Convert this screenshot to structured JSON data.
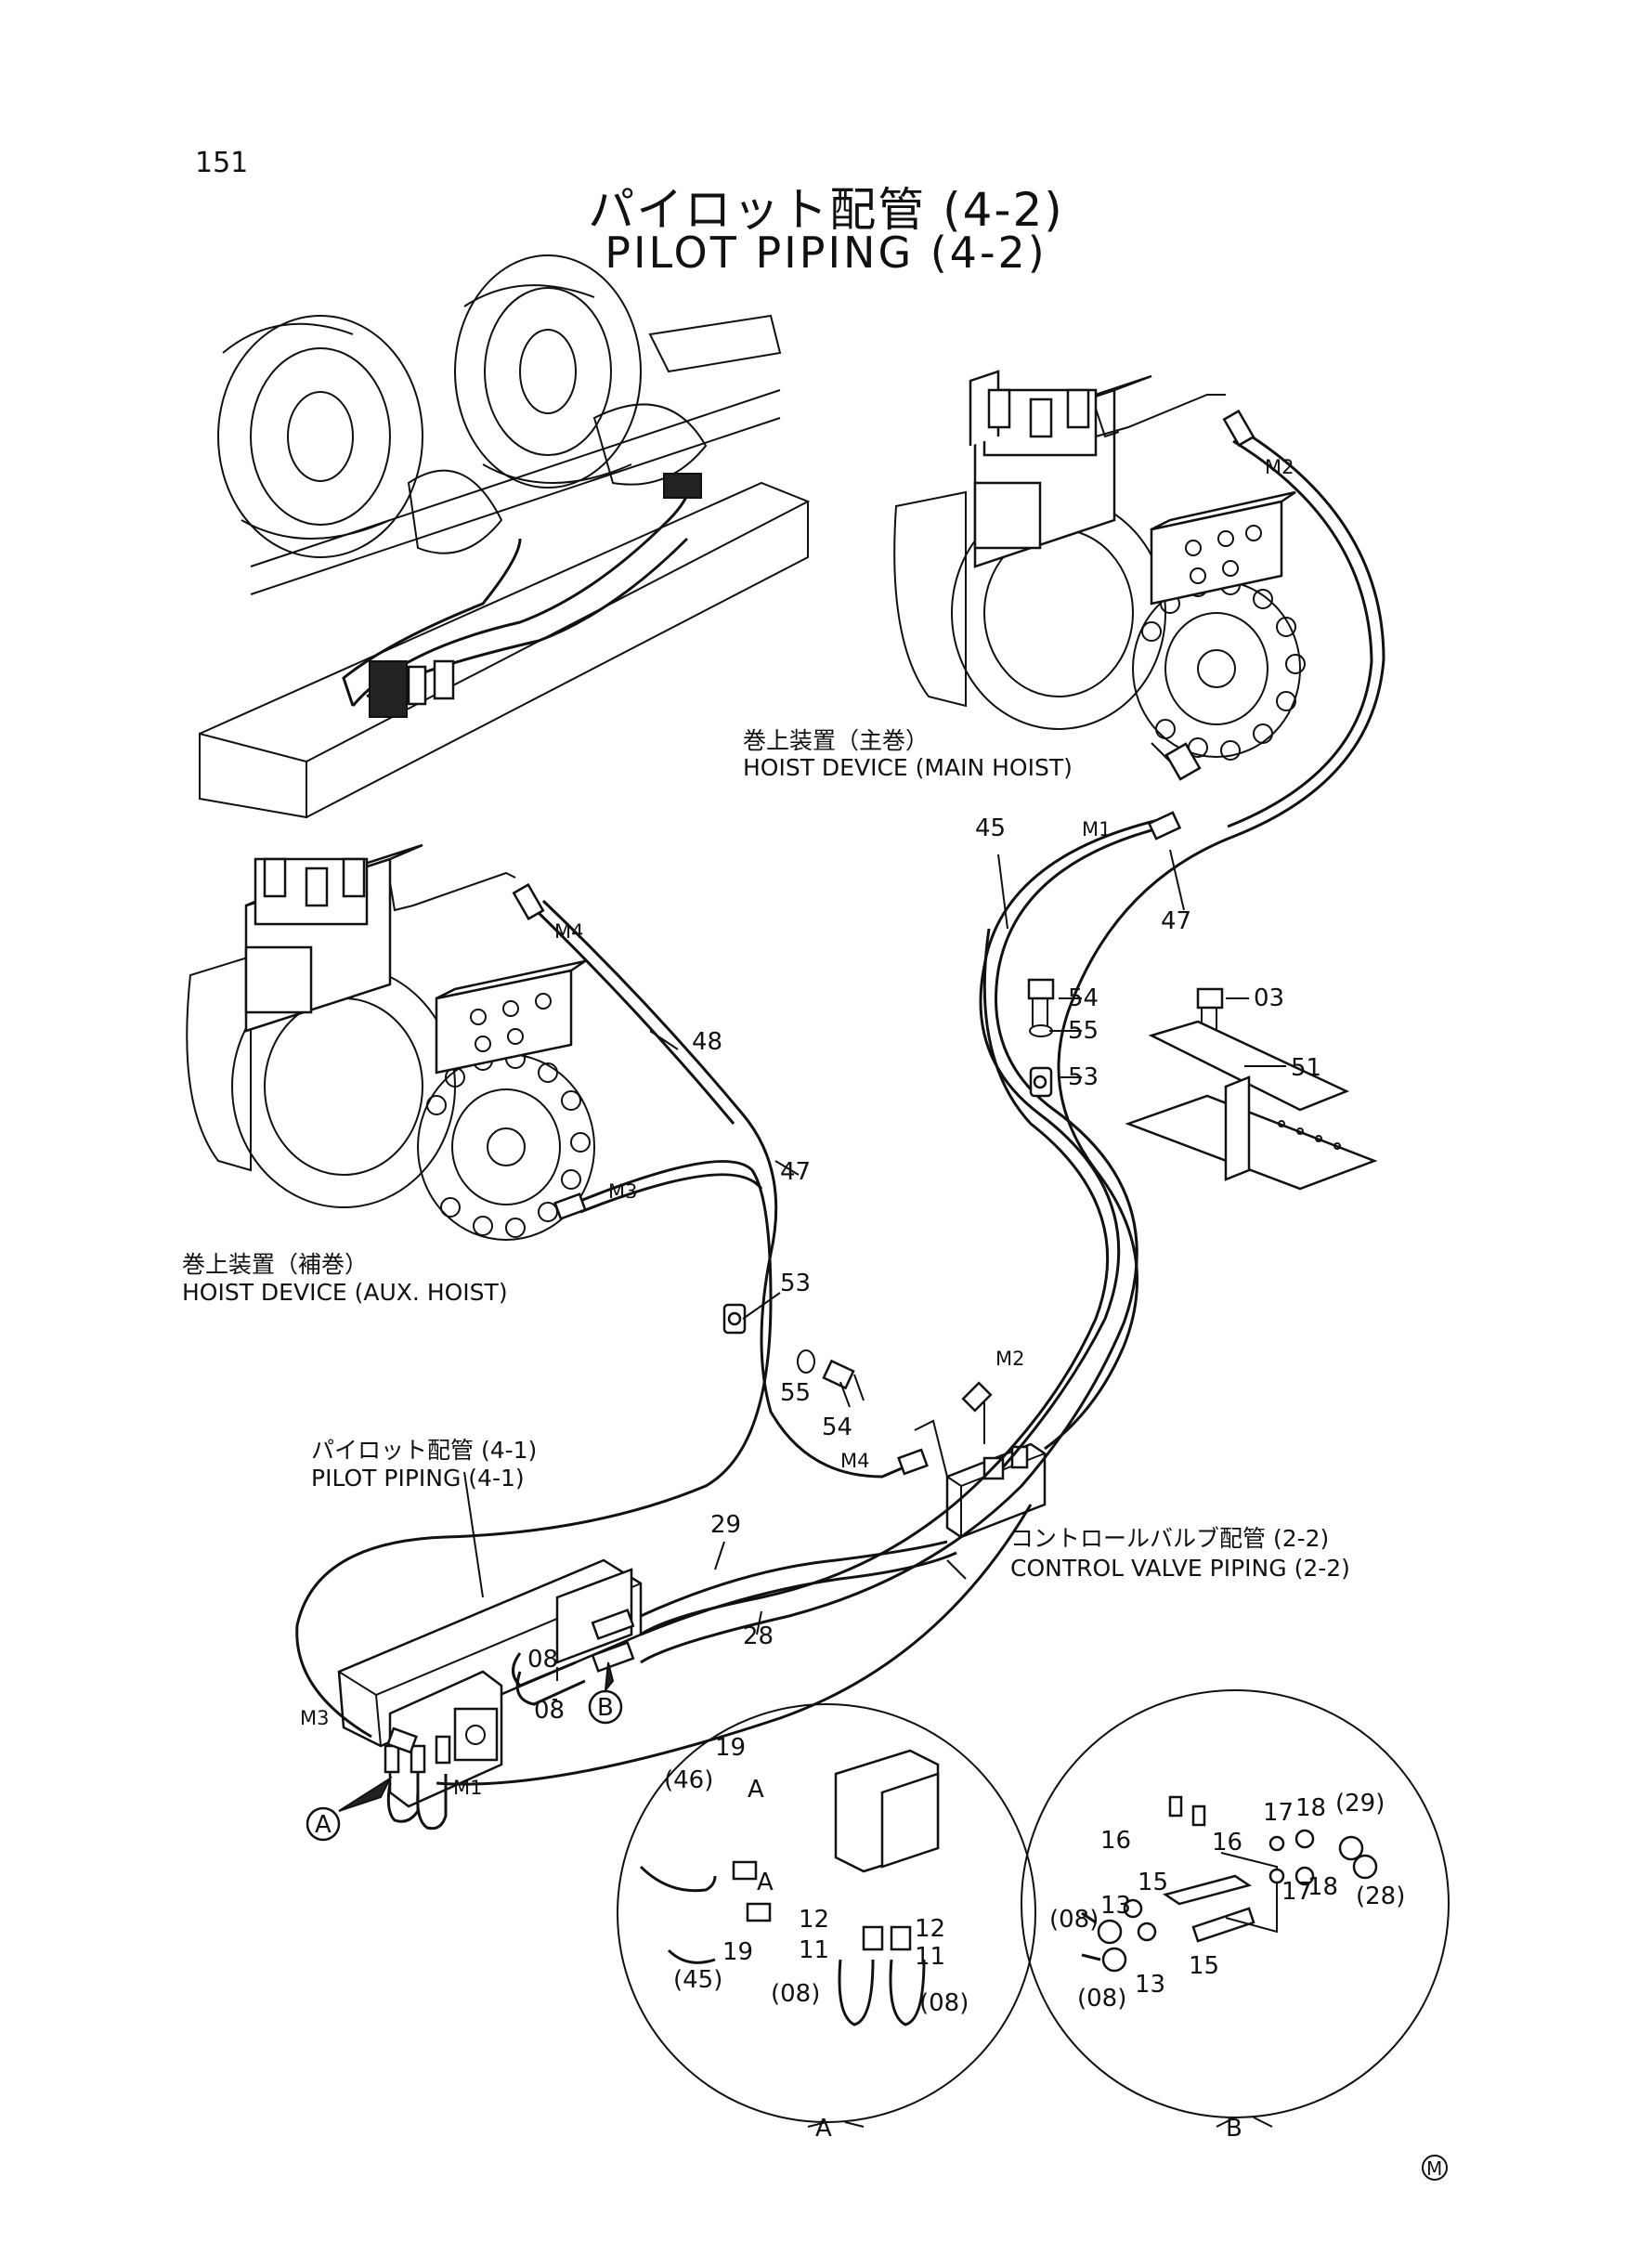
{
  "header": {
    "page_number": "151",
    "title_jp": "パイロット配管 (4-2)",
    "title_en": "PILOT PIPING (4-2)"
  },
  "captions": {
    "main_hoist_jp": "巻上装置（主巻）",
    "main_hoist_en": "HOIST DEVICE (MAIN HOIST)",
    "aux_hoist_jp": "巻上装置（補巻）",
    "aux_hoist_en": "HOIST DEVICE (AUX. HOIST)",
    "pilot41_jp": "パイロット配管 (4-1)",
    "pilot41_en": "PILOT PIPING (4-1)",
    "cv_jp": "コントロールバルブ配管 (2-2)",
    "cv_en": "CONTROL VALVE PIPING (2-2)"
  },
  "ports": {
    "m1a": "M1",
    "m2a": "M2",
    "m4a": "M4",
    "m3a": "M3",
    "m2b": "M2",
    "m4b": "M4",
    "m3b": "M3",
    "m1b": "M1"
  },
  "labels": {
    "l45": "45",
    "l47a": "47",
    "l54a": "54",
    "l55a": "55",
    "l53a": "53",
    "l03": "03",
    "l51": "51",
    "l48": "48",
    "l47b": "47",
    "l53b": "53",
    "l55b": "55",
    "l54b": "54",
    "l29": "29",
    "l28": "28",
    "l08a": "08",
    "l08b": "08"
  },
  "callouts": {
    "a": "A",
    "b": "B"
  },
  "detail_a": {
    "name": "A",
    "labels": [
      "(46)",
      "19",
      "A",
      "A",
      "19",
      "(45)",
      "12",
      "12",
      "11",
      "11",
      "(08)",
      "(08)"
    ]
  },
  "detail_b": {
    "name": "B",
    "labels": [
      "17",
      "18",
      "(29)",
      "16",
      "16",
      "(28)",
      "15",
      "13",
      "(08)",
      "17",
      "18",
      "13",
      "15",
      "(08)"
    ]
  },
  "footer": {
    "mark": "M"
  }
}
